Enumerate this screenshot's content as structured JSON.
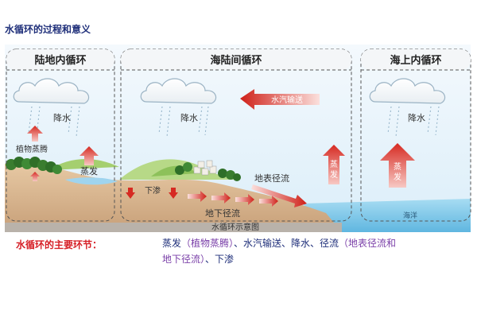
{
  "page": {
    "title": "水循环的过程和意义"
  },
  "diagram": {
    "sections": {
      "land_cycle": "陆地内循环",
      "land_sea_cycle": "海陆间循环",
      "sea_cycle": "海上内循环"
    },
    "labels": {
      "precip_1": "降水",
      "precip_2": "降水",
      "precip_3": "降水",
      "transpiration": "植物蒸腾",
      "evaporation_land": "蒸发",
      "evaporation_coast": "蒸发",
      "evaporation_sea": "蒸发",
      "vapor_transport": "水汽输送",
      "infiltration": "下渗",
      "surface_runoff": "地表径流",
      "underground_runoff": "地下径流",
      "ocean": "海洋",
      "caption": "水循环示意图"
    }
  },
  "key_links": {
    "heading": "水循环的主要环节：",
    "part1": "蒸发",
    "part2": "（植物蒸腾）",
    "part3": "、水汽输送、降水、径流",
    "part4": "（地表径流和",
    "part5": "地下径流）",
    "part6": "、下渗"
  },
  "colors": {
    "title": "#1f2f7a",
    "arrow_red": "#d42a25",
    "arrow_pink": "#f2a5a0",
    "sky": "#e3f1fa",
    "ocean": "#7ec6e8",
    "land": "#d9b48c",
    "dashed_border": "#555555"
  }
}
